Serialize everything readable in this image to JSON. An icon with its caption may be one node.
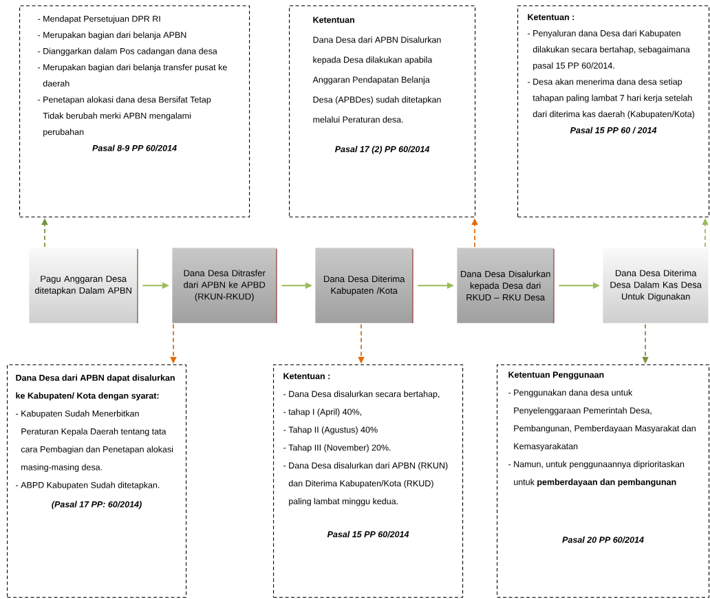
{
  "diagram": {
    "nodes": [
      {
        "text": [
          "- Mendapat Persetujuan DPR RI",
          "- Merupakan bagian dari belanja APBN",
          "- Dianggarkan dalam Pos cadangan dana desa",
          "- Merupakan bagian dari belanja transfer pusat ke daerah",
          "- Penetapan alokasi dana desa Bersifat Tetap",
          "Tidak berubah merki APBN mengalami perubahan",
          "Pasal 8-9 PP 60/2014"
        ]
      },
      {
        "text": [
          "Ketentuan",
          "Dana Desa dari APBN Disalurkan kepada Desa dilakukan apabila Anggaran Pendapatan Belanja Desa (APBDes) sudah ditetapkan melalui Peraturan desa.",
          "Pasal 17 (2) PP 60/2014"
        ]
      },
      {
        "text": [
          "Ketentuan :",
          "- Penyaluran dana Desa dari Kabupaten dilakukan secara bertahap, sebagaimana pasal 15 PP 60/2014.",
          "- Desa akan menerima dana desa setiap tahapan paling lambat 7 hari kerja setelah dari diterima kas daerah (Kabupaten/Kota)",
          "Pasal 15 PP 60 / 2014"
        ]
      },
      {
        "text": [
          "Pagu Anggaran Desa ditetapkan Dalam APBN"
        ]
      },
      {
        "text": [
          "Dana Desa Ditrasfer dari APBN ke APBD (RKUN-RKUD)"
        ]
      },
      {
        "text": [
          "Dana Desa Diterima Kabupaten /Kota"
        ]
      },
      {
        "text": [
          "Dana Desa Disalurkan kepada Desa dari RKUD – RKU Desa"
        ]
      },
      {
        "text": [
          "Dana Desa Diterima Desa Dalam Kas Desa Untuk Digunakan"
        ]
      },
      {
        "text": [
          "Dana Desa dari APBN dapat disalurkan ke Kabupaten/ Kota dengan syarat:",
          "- Kabupaten Sudah Menerbitkan Peraturan Kepala Daerah tentang tata cara Pembagian dan Penetapan alokasi masing-masing desa.",
          "- ABPD Kabupaten Sudah ditetapkan.",
          "(Pasal 17 PP: 60/2014)"
        ]
      },
      {
        "text": [
          "Ketentuan :",
          "- Dana Desa disalurkan secara bertahap,",
          "- tahap I (April) 40%,",
          "- Tahap II (Agustus) 40%",
          "- Tahap III (November) 20%.",
          "- Dana Desa disalurkan dari APBN (RKUN) dan Diterima Kabupaten/Kota (RKUD) paling lambat minggu kedua.",
          "Pasal 15 PP 60/2014"
        ]
      },
      {
        "text": [
          "Ketentuan Penggunaan",
          "- Penggunakan dana desa untuk Penyelenggaraan Pemerintah Desa, Pembangunan, Pemberdayaan Masyarakat dan Kemasyarakatan",
          "- Namun, untuk penggunaannya diprioritaskan untuk **pemberdayaan dan pembangunan**",
          "Pasal 20 PP 60/2014"
        ]
      }
    ],
    "edges": [
      {
        "from": 3,
        "to": 4,
        "arrow": "to"
      },
      {
        "from": 4,
        "to": 5,
        "arrow": "to"
      },
      {
        "from": 5,
        "to": 6,
        "arrow": "to"
      },
      {
        "from": 6,
        "to": 7,
        "arrow": "to"
      },
      {
        "from": 3,
        "to": 0,
        "arrow": "to",
        "style": "dashed",
        "color": "#77933c"
      },
      {
        "from": 4,
        "to": 8,
        "arrow": "to",
        "style": "dashed",
        "color": "#e46c0a"
      },
      {
        "from": 5,
        "to": 9,
        "arrow": "to",
        "style": "dashed",
        "color": "#e46c0a"
      },
      {
        "from": 6,
        "to": 1,
        "arrow": "to",
        "style": "dashed",
        "color": "#e46c0a"
      },
      {
        "from": 7,
        "to": 2,
        "arrow": "to",
        "style": "dashed"
      },
      {
        "from": 7,
        "to": 10,
        "arrow": "to",
        "style": "dashed",
        "color": "#77933c"
      }
    ]
  }
}
